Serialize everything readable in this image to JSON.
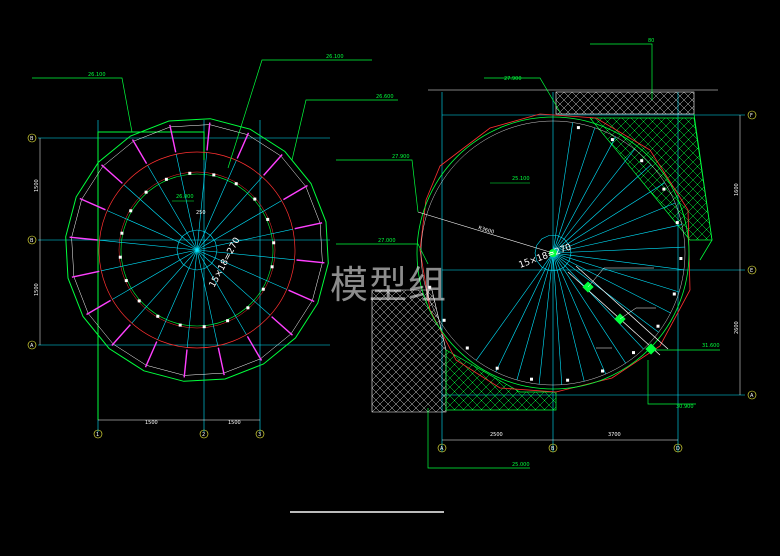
{
  "watermark": "模型组",
  "left_plan": {
    "elev_top_left": "26.100",
    "elev_top_mid": "26.100",
    "elev_top_right": "26.600",
    "center_elev": "26.000",
    "center_dim": "250",
    "run_text": "15×18=270",
    "dim_bottom_1": "1500",
    "dim_bottom_2": "1500",
    "dim_left_1": "1500",
    "dim_left_2": "1500",
    "axis_rows": [
      "B",
      "B",
      "A"
    ],
    "axis_cols": [
      "1",
      "2",
      "3"
    ]
  },
  "right_plan": {
    "elev_top_a": "27.900",
    "elev_top_b": "80",
    "elev_left_a": "27.900",
    "elev_left_b": "27.000",
    "center_elev": "25.100",
    "radius_dim": "R3600",
    "run_text": "15×18=270",
    "elev_right_a": "31.600",
    "elev_right_b": "30.900",
    "elev_bottom": "25.000",
    "dim_bottom_1": "2500",
    "dim_bottom_2": "3700",
    "dim_right_1": "1600",
    "dim_right_2": "2600",
    "axis_rows": [
      "F",
      "E",
      "A"
    ],
    "axis_cols": [
      "A",
      "B",
      "D"
    ]
  },
  "colors": {
    "background": "#000000",
    "line_green": "#00ff3c",
    "line_cyan": "#00e5ff",
    "line_red": "#ff3030",
    "line_magenta": "#ff40ff",
    "line_white": "#ffffff",
    "line_yellow": "#ffff40"
  }
}
